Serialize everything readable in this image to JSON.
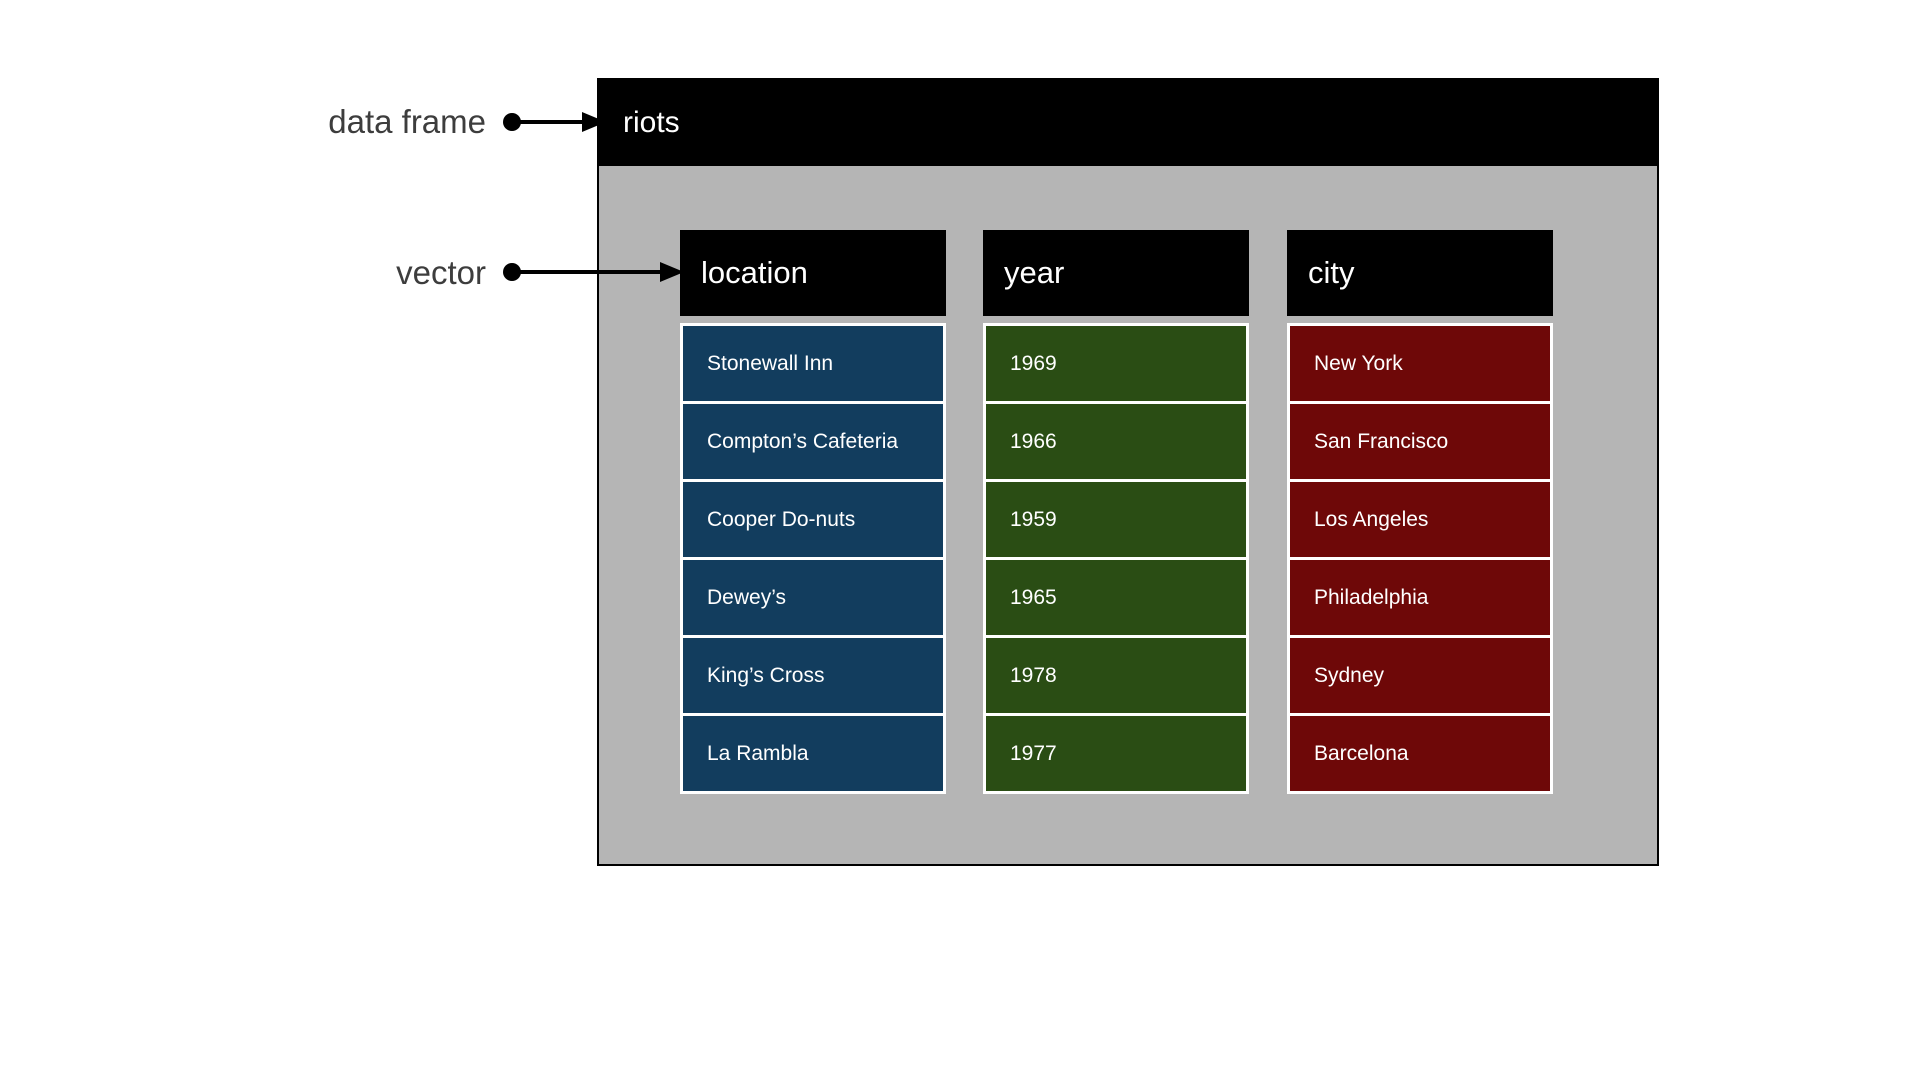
{
  "diagram": {
    "data_frame_label": "data frame",
    "vector_label": "vector",
    "frame_title": "riots",
    "columns": [
      {
        "header": "location",
        "color": "#123d5e",
        "values": [
          "Stonewall Inn",
          "Compton’s Cafeteria",
          "Cooper Do-nuts",
          "Dewey’s",
          "King’s Cross",
          "La Rambla"
        ]
      },
      {
        "header": "year",
        "color": "#2a4d14",
        "values": [
          "1969",
          "1966",
          "1959",
          "1965",
          "1978",
          "1977"
        ]
      },
      {
        "header": "city",
        "color": "#6e0808",
        "values": [
          "New York",
          "San Francisco",
          "Los Angeles",
          "Philadelphia",
          "Sydney",
          "Barcelona"
        ]
      }
    ]
  },
  "colors": {
    "frame_body": "#b5b5b5",
    "frame_header": "#000000",
    "label_text": "#3d3d3d",
    "arrow": "#000000"
  }
}
